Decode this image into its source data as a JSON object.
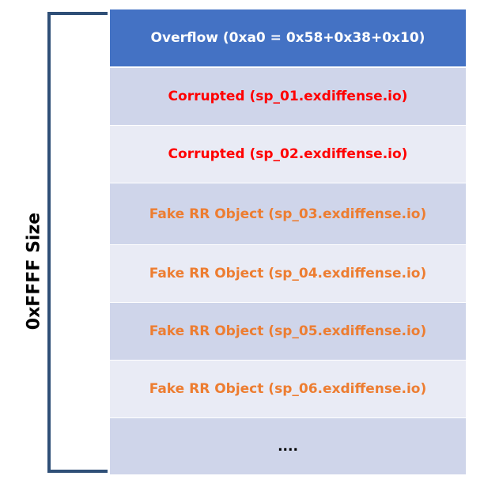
{
  "side_label": "0xFFFF Size",
  "colors": {
    "bracket": "#2f4f77",
    "header_bg": "#4472c4",
    "band_dark": "#cfd5ea",
    "band_light": "#e9ebf5",
    "text_white": "#ffffff",
    "text_red": "#ff0000",
    "text_orange": "#ed7d31",
    "text_black": "#000000"
  },
  "blocks": [
    {
      "label": "Overflow (0xa0 = 0x58+0x38+0x10)",
      "kind": "overflow"
    },
    {
      "label": "Corrupted (sp_01.exdiffense.io)",
      "kind": "corrupted"
    },
    {
      "label": "Corrupted (sp_02.exdiffense.io)",
      "kind": "corrupted"
    },
    {
      "label": "Fake RR Object (sp_03.exdiffense.io)",
      "kind": "fake"
    },
    {
      "label": "Fake RR Object (sp_04.exdiffense.io)",
      "kind": "fake"
    },
    {
      "label": "Fake RR Object (sp_05.exdiffense.io)",
      "kind": "fake"
    },
    {
      "label": "Fake RR Object (sp_06.exdiffense.io)",
      "kind": "fake"
    },
    {
      "label": "....",
      "kind": "ellipsis"
    }
  ]
}
